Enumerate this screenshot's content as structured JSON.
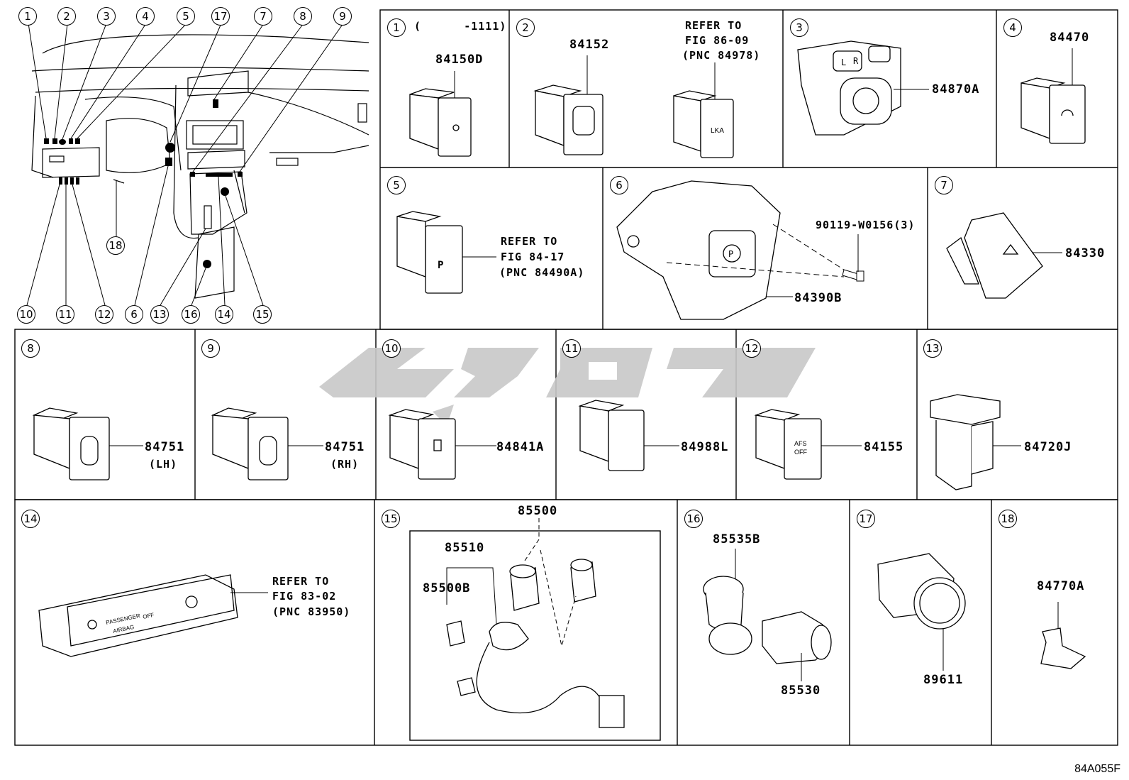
{
  "diagram_code": "84A055F",
  "cells": [
    {
      "n": "1",
      "note": "(      -1111)",
      "parts": [
        "84150D"
      ]
    },
    {
      "n": "2",
      "parts": [
        "84152"
      ],
      "refer": [
        "REFER TO",
        "FIG 86-09",
        "(PNC 84978)"
      ],
      "switch_text": "LKA"
    },
    {
      "n": "3",
      "parts": [
        "84870A"
      ],
      "switch_text": [
        "L",
        "R"
      ]
    },
    {
      "n": "4",
      "parts": [
        "84470"
      ]
    },
    {
      "n": "5",
      "refer": [
        "REFER TO",
        "FIG 84-17",
        "(PNC 84490A)"
      ]
    },
    {
      "n": "6",
      "parts": [
        "90119-W0156(3)",
        "84390B"
      ]
    },
    {
      "n": "7",
      "parts": [
        "84330"
      ]
    },
    {
      "n": "8",
      "parts": [
        "84751"
      ],
      "side": "(LH)"
    },
    {
      "n": "9",
      "parts": [
        "84751"
      ],
      "side": "(RH)"
    },
    {
      "n": "10",
      "parts": [
        "84841A"
      ]
    },
    {
      "n": "11",
      "parts": [
        "84988L"
      ]
    },
    {
      "n": "12",
      "parts": [
        "84155"
      ],
      "switch_text": [
        "AFS",
        "OFF"
      ]
    },
    {
      "n": "13",
      "parts": [
        "84720J"
      ]
    },
    {
      "n": "14",
      "refer": [
        "REFER TO",
        "FIG 83-02",
        "(PNC 83950)"
      ],
      "switch_text": [
        "PASSENGER",
        "AIRBAG",
        "OFF"
      ]
    },
    {
      "n": "15",
      "parts": [
        "85500",
        "85510",
        "85500B"
      ]
    },
    {
      "n": "16",
      "parts": [
        "85535B",
        "85530"
      ]
    },
    {
      "n": "17",
      "parts": [
        "89611"
      ]
    },
    {
      "n": "18",
      "parts": [
        "84770A"
      ]
    }
  ],
  "overview_callouts": [
    "1",
    "2",
    "3",
    "4",
    "5",
    "17",
    "7",
    "8",
    "9",
    "10",
    "11",
    "12",
    "6",
    "18",
    "13",
    "16",
    "14",
    "15"
  ]
}
